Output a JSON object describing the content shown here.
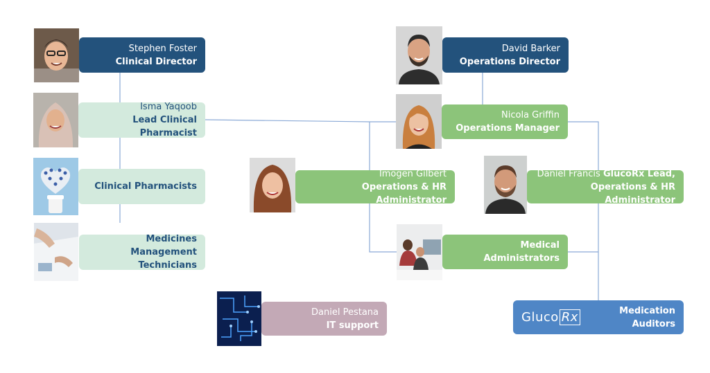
{
  "people": {
    "stephen": {
      "name": "Stephen Foster",
      "role": "Clinical Director"
    },
    "isma": {
      "name": "Isma Yaqoob",
      "role": "Lead Clinical Pharmacist"
    },
    "david": {
      "name": "David Barker",
      "role": "Operations Director"
    },
    "nicola": {
      "name": "Nicola Griffin",
      "role": "Operations Manager"
    },
    "imogen": {
      "name": "Imogen Gilbert",
      "role": "Operations & HR Administrator"
    },
    "daniel_f": {
      "name": "Daniel Francis",
      "role_line1": "GlucoRx Lead,",
      "role_line2": "Operations & HR Administrator"
    },
    "daniel_p": {
      "name": "Daniel Pestana",
      "role": "IT support"
    }
  },
  "teams": {
    "clinical_pharmacists": "Clinical Pharmacists",
    "mm_technicians_line1": "Medicines Management",
    "mm_technicians_line2": "Technicians",
    "medical_admins": "Medical Administrators",
    "medication_auditors": "Medication Auditors"
  },
  "logo": {
    "text_main": "Gluco",
    "text_rx": "Rx"
  },
  "colors": {
    "navy": "#23527c",
    "mint": "#d3eadd",
    "green": "#8cc47a",
    "mauve": "#c3a9b6",
    "blue": "#4f86c6",
    "connector": "#7a9fd0"
  }
}
